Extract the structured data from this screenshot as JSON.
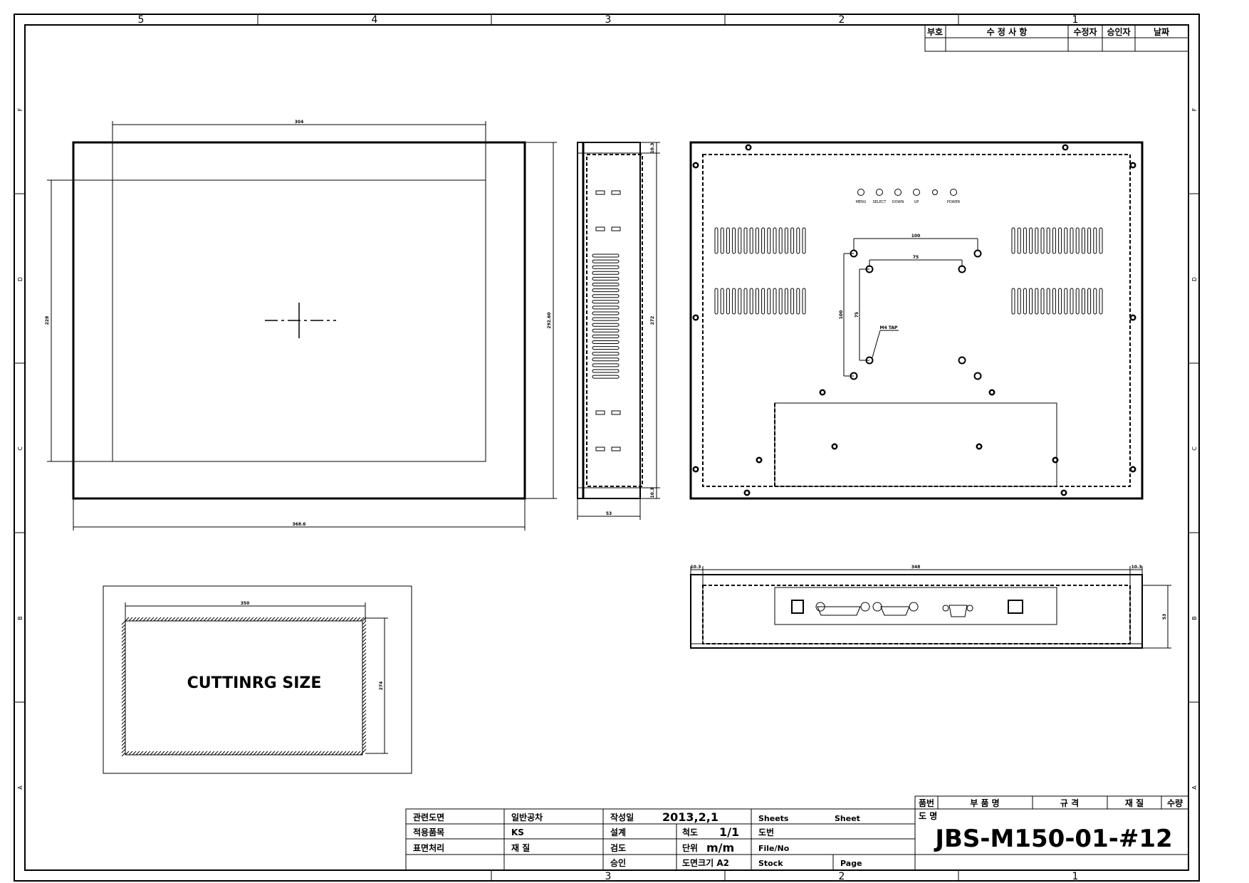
{
  "border": {
    "columns_top": [
      "5",
      "4",
      "3",
      "2",
      "1"
    ],
    "columns_bottom": [
      "3",
      "2",
      "1"
    ],
    "rows": [
      "F",
      "D",
      "C",
      "B",
      "A"
    ]
  },
  "revision_table": {
    "headers": [
      "부호",
      "수 정 사 항",
      "수정자",
      "승인자",
      "날짜"
    ]
  },
  "front_view": {
    "dim_top": "304",
    "dim_left": "228",
    "dim_right": "292.60",
    "dim_bottom": "368.6"
  },
  "side_view": {
    "dim_top": "10.3",
    "dim_height": "272",
    "dim_bottom_small": "10.3",
    "dim_width": "53"
  },
  "rear_view": {
    "buttons": [
      "MENU",
      "SELECT",
      "DOWN",
      "UP",
      "",
      "POWER"
    ],
    "vesa_outer": "100",
    "vesa_inner": "75",
    "vesa_vertical_outer": "100",
    "vesa_vertical_inner": "75",
    "tap_label": "M4 TAP"
  },
  "bottom_view": {
    "dim_left": "10.3",
    "dim_center": "348",
    "dim_right": "10.3",
    "dim_height": "53"
  },
  "cutting": {
    "label": "CUTTINRG SIZE",
    "dim_width": "350",
    "dim_height": "274"
  },
  "parts_header": [
    "품번",
    "부 품 명",
    "규 격",
    "재 질",
    "수량"
  ],
  "title_block": {
    "r1": [
      "관련도면",
      "일반공차",
      "작성일",
      "2013,2,1",
      "Sheets",
      "Sheet"
    ],
    "r2": [
      "적용품목",
      "KS",
      "설계",
      "척도",
      "1/1",
      "도번"
    ],
    "r3": [
      "표면처리",
      "재 질",
      "검도",
      "단위",
      "m/m",
      "File/No"
    ],
    "r4": [
      "승인",
      "도면크기 A2",
      "Stock",
      "Page"
    ],
    "drawing_name_label": "도 명",
    "drawing_number": "JBS-M150-01-#12"
  }
}
